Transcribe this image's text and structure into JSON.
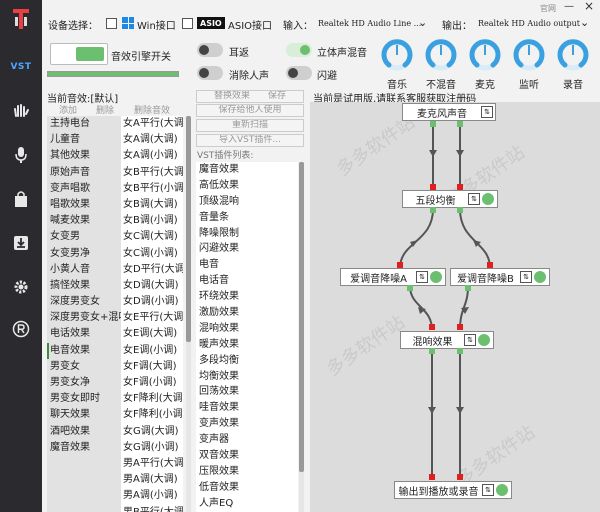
{
  "topbar": {
    "device_select_label": "设备选择：",
    "win_label": "Win接口",
    "asio_badge": "ASIO",
    "asio_label": "ASIO接口",
    "input_label": "输入：",
    "input_device": "Realtek HD Audio Line ...",
    "output_label": "输出：",
    "output_device": "Realtek HD Audio output",
    "official_site": "官网",
    "minimize": "—",
    "close": "×"
  },
  "rail": {
    "vst_label": "VST"
  },
  "controls": {
    "engine_switch": "音效引擎开关",
    "monitor": "耳返",
    "stereo_mix": "立体声混音",
    "remove_vocal": "消除人声",
    "dodge": "闪避",
    "level": 1.0
  },
  "knobs": [
    {
      "label": "音乐"
    },
    {
      "label": "不混音"
    },
    {
      "label": "麦克"
    },
    {
      "label": "监听"
    },
    {
      "label": "录音"
    }
  ],
  "preset": {
    "current_label": "当前音效:[默认]",
    "add": "添加",
    "delete": "删除",
    "delete_effect": "删除音效",
    "col1": [
      "主持电台",
      "儿童音",
      "其他效果",
      "原始声音",
      "变声唱歌",
      "唱歌效果",
      "喊麦效果",
      "女变男",
      "女变男净",
      "小黄人音",
      "搞怪效果",
      "深度男变女",
      "深度男变女+混响",
      "电话效果",
      "电音效果",
      "男变女",
      "男变女净",
      "男变女即时",
      "聊天效果",
      "酒吧效果",
      "魔音效果",
      "",
      "",
      "",
      ""
    ],
    "col2": [
      "女A平行(大调)",
      "女A调(大调)",
      "女A调(小调)",
      "女B平行(大调)",
      "女B平行(小调)",
      "女B调(大调)",
      "女B调(小调)",
      "女C调(大调)",
      "女C调(小调)",
      "女D平行(大调)",
      "女D调(大调)",
      "女D调(小调)",
      "女E平行(大调)",
      "女E调(大调)",
      "女E调(小调)",
      "女F调(大调)",
      "女F调(小调)",
      "女F降利(大调)",
      "女F降利(小调)",
      "女G调(大调)",
      "女G调(小调)",
      "男A平行(大调)",
      "男A调(大调)",
      "男A调(小调)",
      "男B平行(大调)"
    ],
    "selected_index": 14
  },
  "plugins": {
    "btn_replace": "替换效果",
    "btn_save": "保存",
    "btn_save_others": "保存给他人使用",
    "btn_rescan": "重新扫描",
    "btn_import": "导入VST插件...",
    "list_title": "VST插件列表:",
    "items": [
      "魔音效果",
      "高低效果",
      "顶级混响",
      "音量条",
      "降噪限制",
      "闪避效果",
      "电音",
      "电话音",
      "环绕效果",
      "激励效果",
      "混响效果",
      "暖声效果",
      "多段均衡",
      "均衡效果",
      "回荡效果",
      "哇音效果",
      "变声效果",
      "变声器",
      "双音效果",
      "压限效果",
      "低音效果",
      "人声EQ"
    ]
  },
  "graph": {
    "trial_notice": "当前是试用版,请联系客服获取注册码",
    "watermark": "多多软件站",
    "settings_glyph": "⇅",
    "nodes": {
      "mic": "麦克风声音",
      "eq": "五段均衡",
      "denoise_a": "爱调音降噪A",
      "denoise_b": "爱调音降噪B",
      "reverb": "混响效果",
      "output": "输出到播放或录音"
    }
  },
  "colors": {
    "accent_green": "#6dbf70",
    "knob_blue": "#3aa0e0",
    "port_red": "#e02020",
    "rail_dark": "#2b2b2f"
  }
}
